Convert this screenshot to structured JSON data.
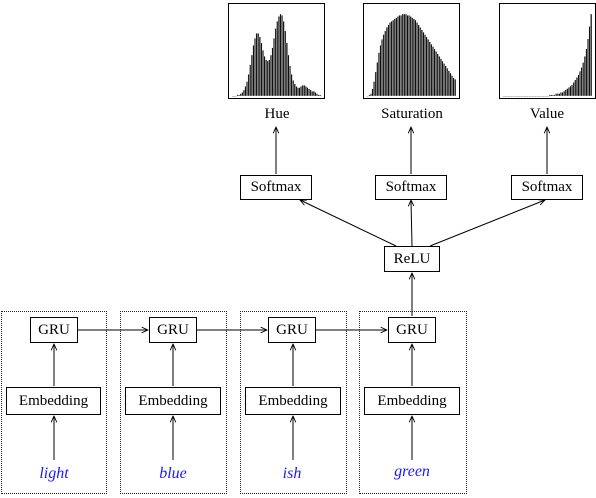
{
  "words": [
    "light",
    "blue",
    "ish",
    "green"
  ],
  "gru_label": "GRU",
  "embedding_label": "Embedding",
  "relu_label": "ReLU",
  "softmax_label": "Softmax",
  "outputs": [
    "Hue",
    "Saturation",
    "Value"
  ],
  "distributions": {
    "hue": [
      0,
      0,
      0,
      1,
      1,
      2,
      3,
      5,
      8,
      12,
      18,
      26,
      34,
      42,
      48,
      52,
      52,
      49,
      44,
      38,
      33,
      30,
      29,
      30,
      34,
      40,
      48,
      56,
      62,
      66,
      68,
      67,
      62,
      54,
      44,
      34,
      25,
      18,
      13,
      10,
      8,
      7,
      7,
      8,
      9,
      9,
      8,
      7,
      6,
      5,
      4,
      4,
      3,
      2,
      1,
      1
    ],
    "saturation": [
      0,
      1,
      2,
      6,
      12,
      20,
      28,
      36,
      42,
      47,
      51,
      54,
      57,
      59,
      61,
      62,
      63,
      64,
      65,
      66,
      67,
      67,
      68,
      68,
      68,
      67,
      67,
      66,
      65,
      64,
      63,
      61,
      59,
      57,
      55,
      53,
      51,
      49,
      47,
      45,
      43,
      41,
      39,
      37,
      35,
      33,
      31,
      29,
      27,
      25,
      23,
      21,
      19,
      17,
      15,
      14
    ],
    "value": [
      0,
      0,
      0,
      0,
      0,
      0,
      0,
      0,
      0,
      0,
      0,
      0,
      0,
      0,
      0,
      0,
      0,
      0,
      0,
      0,
      0,
      0,
      0,
      0,
      0,
      0,
      0,
      0,
      0,
      1,
      1,
      1,
      1,
      2,
      2,
      2,
      3,
      3,
      4,
      5,
      6,
      7,
      8,
      9,
      11,
      13,
      15,
      17,
      20,
      23,
      27,
      32,
      38,
      46,
      56,
      66
    ]
  }
}
